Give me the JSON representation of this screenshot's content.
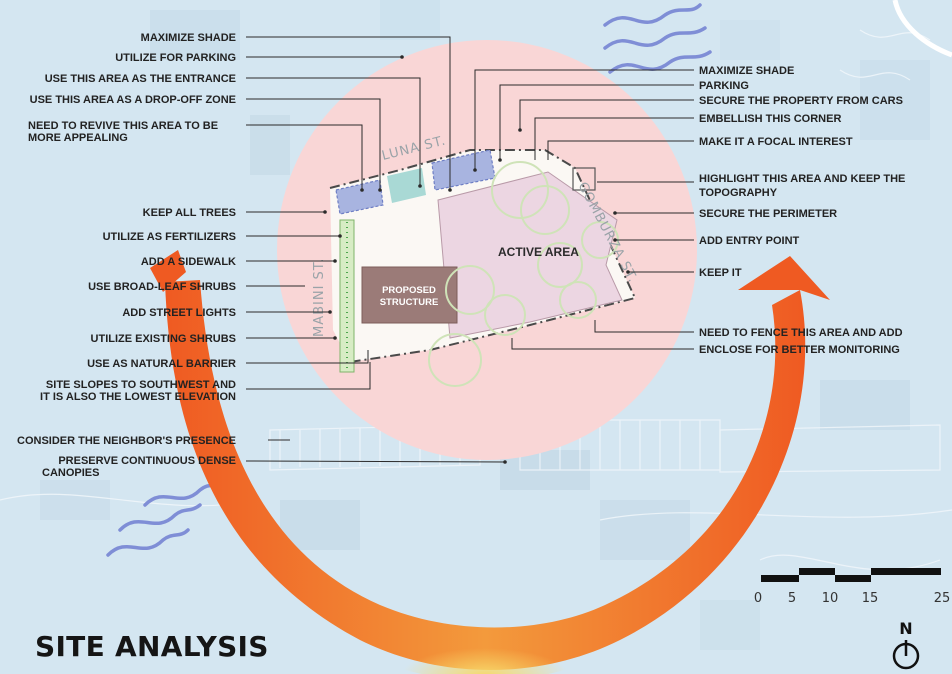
{
  "title": "SITE ANALYSIS",
  "north_label": "N",
  "streets": {
    "luna": "LUNA ST.",
    "gomburza": "GOMBURZA ST.",
    "mabini": "MABINI ST."
  },
  "zones": {
    "active_area": "ACTIVE AREA",
    "structure_line1": "PROPOSED",
    "structure_line2": "STRUCTURE"
  },
  "scale_ticks": [
    "0",
    "5",
    "10",
    "15",
    "25"
  ],
  "left_labels": [
    "MAXIMIZE SHADE",
    "UTILIZE FOR PARKING",
    "USE THIS AREA AS THE ENTRANCE",
    "USE THIS AREA AS A DROP-OFF ZONE",
    "NEED TO REVIVE THIS AREA TO BE",
    "MORE APPEALING",
    "KEEP ALL TREES",
    "UTILIZE AS FERTILIZERS",
    "ADD A SIDEWALK",
    "USE BROAD-LEAF SHRUBS",
    "ADD STREET LIGHTS",
    "UTILIZE EXISTING SHRUBS",
    "USE AS NATURAL BARRIER",
    "SITE SLOPES TO SOUTHWEST AND",
    "IT IS ALSO THE LOWEST ELEVATION",
    "CONSIDER THE NEIGHBOR'S PRESENCE",
    "PRESERVE CONTINUOUS DENSE",
    "CANOPIES"
  ],
  "right_labels": [
    "MAXIMIZE SHADE",
    "PARKING",
    "SECURE THE PROPERTY FROM CARS",
    "EMBELLISH THIS CORNER",
    "MAKE IT A FOCAL INTEREST",
    "HIGHLIGHT THIS AREA AND KEEP THE",
    "TOPOGRAPHY",
    "SECURE THE PERIMETER",
    "ADD ENTRY POINT",
    "KEEP IT",
    "NEED TO FENCE THIS AREA AND ADD",
    "ENCLOSE FOR BETTER MONITORING"
  ],
  "colors": {
    "sky": "#d4e6f1",
    "circle": "#f9d6d6",
    "active_area": "#ecd6e2",
    "structure": "#9b7b78",
    "parking": "#a8b4e0",
    "entrance": "#a9d9d5",
    "sidewalk": "#d7ecc4",
    "arrow_start": "#f7d96b",
    "arrow_end": "#ef5a22",
    "leader": "#2b2b2b"
  }
}
